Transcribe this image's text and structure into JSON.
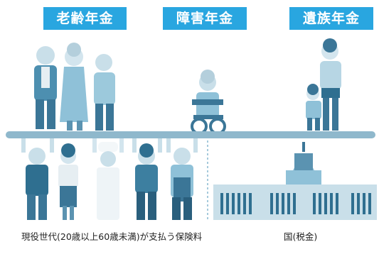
{
  "badges": {
    "old_age": "老齢年金",
    "disability": "障害年金",
    "survivors": "遺族年金"
  },
  "captions": {
    "workers": "現役世代(20歳以上60歳未満)が支払う保険料",
    "state": "国(税金)"
  },
  "colors": {
    "badge": "#29a6e0",
    "beam": "#8fb8cc",
    "people_dark": "#3d7fa0",
    "people_light": "#a9cfe0"
  }
}
